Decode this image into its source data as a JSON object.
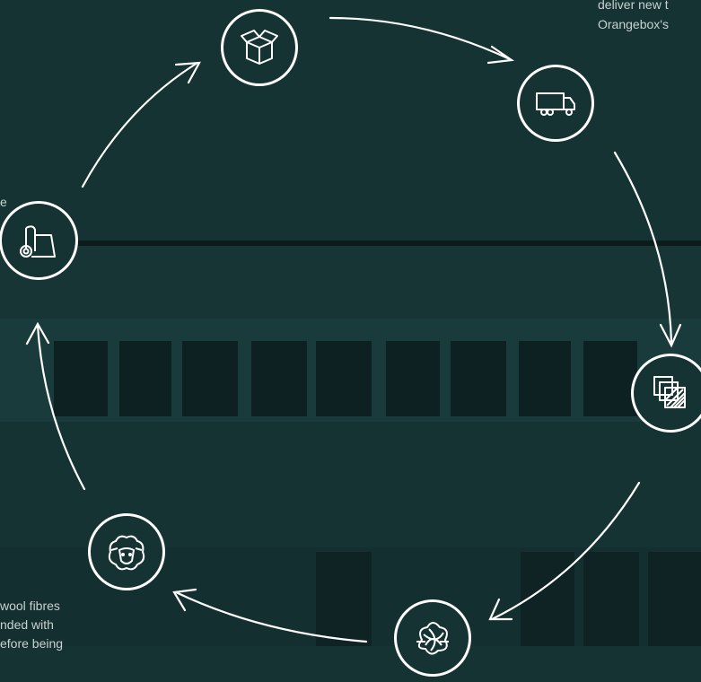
{
  "captions": {
    "top_right_line1": "deliver new t",
    "top_right_line2": "Orangebox's",
    "left_fragment": "e",
    "bottom_left_line1": "wool fibres",
    "bottom_left_line2": "nded with",
    "bottom_left_line3": "efore being"
  },
  "nodes": [
    {
      "id": "box",
      "icon": "box-icon"
    },
    {
      "id": "truck",
      "icon": "truck-icon"
    },
    {
      "id": "fabric-roll",
      "icon": "fabric-roll-icon"
    },
    {
      "id": "fabric-swatches",
      "icon": "fabric-swatches-icon"
    },
    {
      "id": "sheep",
      "icon": "sheep-icon"
    },
    {
      "id": "wool-tangle",
      "icon": "wool-tangle-icon"
    }
  ],
  "colors": {
    "background": "#153333",
    "stroke": "#ffffff",
    "text": "#c9d1d1"
  }
}
